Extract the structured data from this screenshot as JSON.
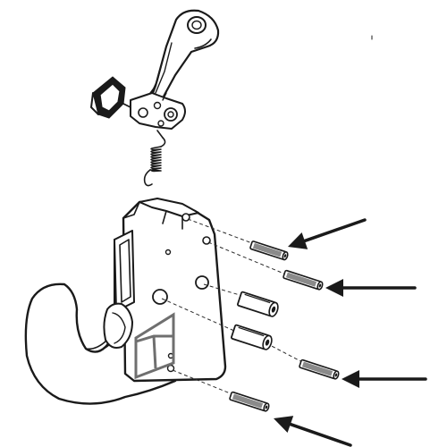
{
  "diagram": {
    "kind": "exploded-assembly-line-drawing",
    "subject": "hook-latch-assembly",
    "arrow_count": 4,
    "pin_count": 4,
    "bushing_count": 2,
    "colors": {
      "ink": "#1a1a1a",
      "paper": "#ffffff",
      "shading": "#8a8a8a",
      "marking": "#6f6f6f"
    }
  }
}
